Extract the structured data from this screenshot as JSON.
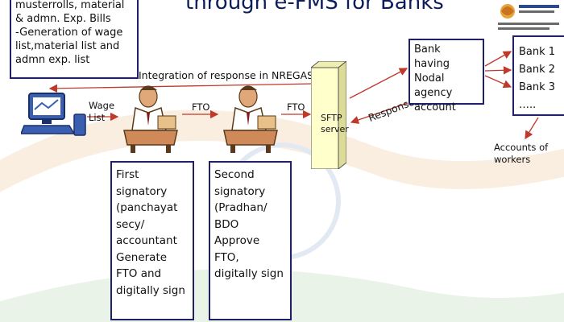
{
  "title": "through e-FMS for Banks",
  "top_box_lines": [
    "musterrolls, material",
    "& admn. Exp. Bills",
    "-Generation of wage",
    "list,material list and",
    "admn exp. list"
  ],
  "integration_label": "Integration of response in NREGASoft",
  "wage_list_label": [
    "Wage",
    "List"
  ],
  "fto_label_1": "FTO",
  "fto_label_2": "FTO",
  "server_label": [
    "SFTP",
    "server"
  ],
  "response_label": "Response",
  "nodal_bank_lines": [
    "Bank having",
    "Nodal",
    "agency",
    "account"
  ],
  "banks": [
    "Bank 1",
    "Bank 2",
    "Bank 3",
    "….."
  ],
  "workers_label": [
    "Accounts of",
    "workers"
  ],
  "first_signatory_lines": [
    "First",
    "signatory",
    "(panchayat",
    "secy/",
    "accountant",
    "Generate",
    "FTO and",
    "digitally sign"
  ],
  "second_signatory_lines": [
    "Second",
    "signatory",
    "(Pradhan/",
    "BDO",
    "Approve FTO,",
    "digitally sign"
  ],
  "colors": {
    "title": "#0d1d5c",
    "box_border": "#1f1f6b",
    "arrow_red": "#c0392b",
    "server_fill": "#ffffcc",
    "watermark_orange": "#f6e0c6",
    "watermark_green": "#dfeedd"
  },
  "icons": [
    "computer-icon",
    "person-at-desk-icon",
    "server-icon",
    "emblem-logo"
  ]
}
